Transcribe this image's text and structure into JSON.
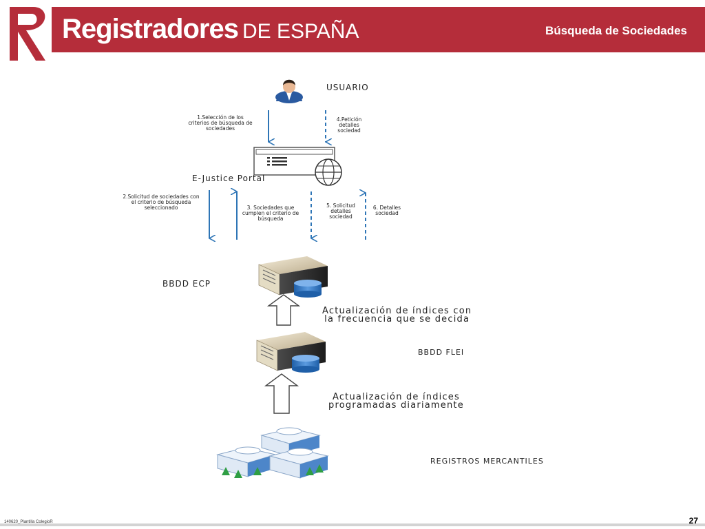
{
  "header": {
    "brand_main": "Registradores",
    "brand_sub": "DE ESPAÑA",
    "page_title": "Búsqueda de Sociedades"
  },
  "nodes": {
    "usuario": "USUARIO",
    "portal": "E-Justice Portal",
    "ecp": "BBDD ECP",
    "flei": "BBDD FLEI",
    "registros": "REGISTROS MERCANTILES"
  },
  "flows": {
    "f1": "1.Selección de los criterios de búsqueda de sociedades",
    "f4": "4.Petición detalles sociedad",
    "f2": "2.Solicitud de sociedades con el criterio de búsqueda seleccionado",
    "f3": "3. Sociedades que cumplen el criterio de búsqueda",
    "f5": "5. Solicitud detalles sociedad",
    "f6": "6. Detalles sociedad",
    "update_ecp_1": "Actualización de índices con",
    "update_ecp_2": "la frecuencia que se decida",
    "update_flei_1": "Actualización de índices",
    "update_flei_2": "programadas diariamente"
  },
  "footer": {
    "template": "140620_Plantilla ColegioR",
    "page_number": "27"
  },
  "colors": {
    "brand_red": "#b52d3a",
    "arrow_blue": "#2e75b6"
  }
}
